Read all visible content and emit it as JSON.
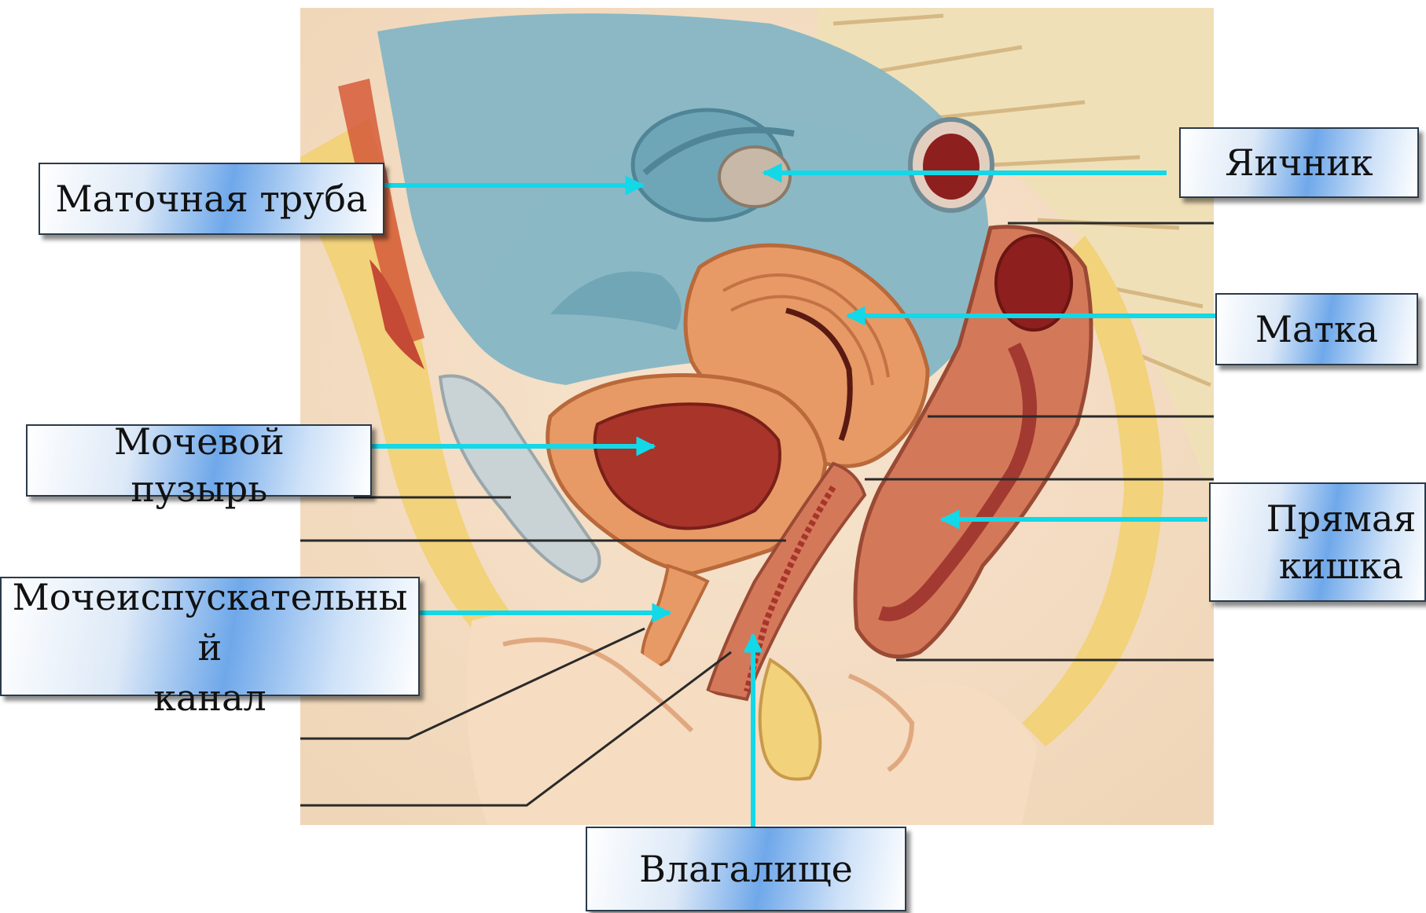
{
  "labels": {
    "fallopian_tube": "Маточная труба",
    "ovary": "Яичник",
    "uterus": "Матка",
    "bladder": "Мочевой\nпузырь",
    "rectum": "Прямая\nкишка",
    "urethra": "Мочеиспускательны\nй\nканал",
    "vagina": "Влагалище"
  },
  "colors": {
    "arrow": "#12d8e8",
    "peritoneum_blue": "#7fb4c4",
    "fat_yellow": "#f2d27a",
    "muscle_orange": "#e79a66",
    "mucosa_red": "#a8342a",
    "skin": "#f6dcc0"
  }
}
